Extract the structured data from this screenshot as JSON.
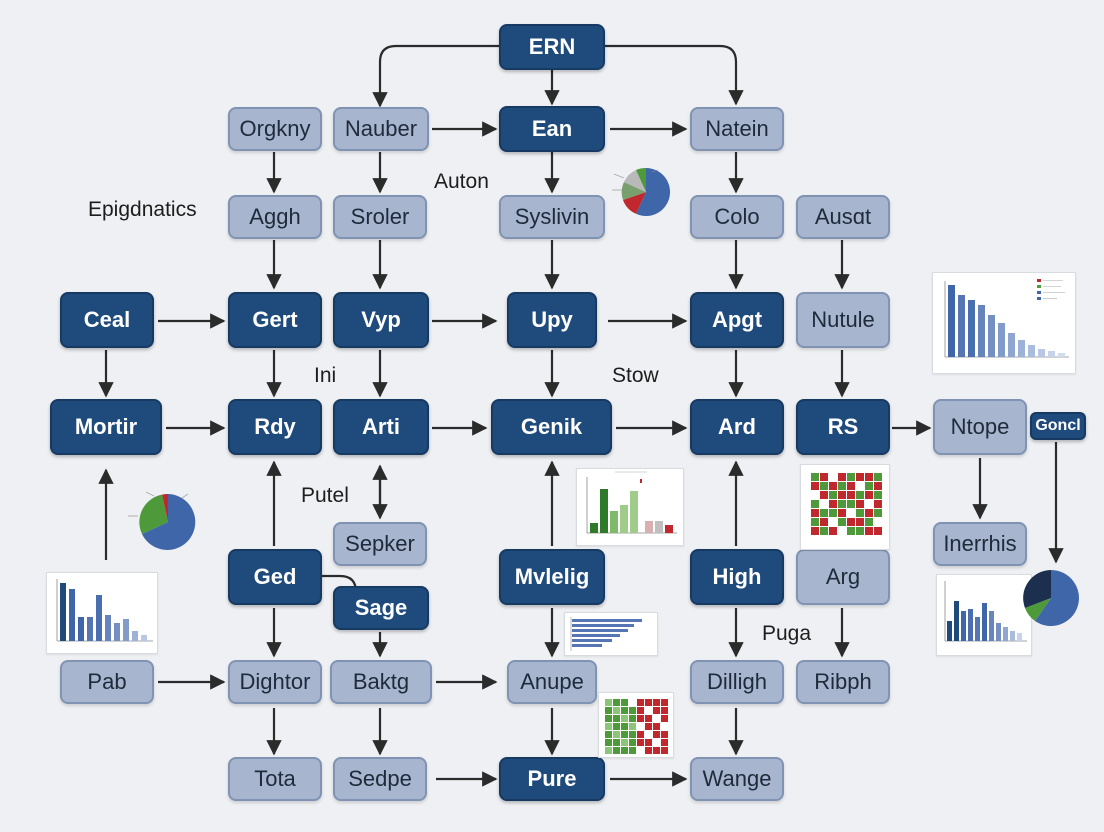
{
  "nodes": {
    "ern": "ERN",
    "orgkny": "Orgkny",
    "nauber": "Nauber",
    "ean": "Ean",
    "natein": "Natein",
    "aggh": "Aggh",
    "sroler": "Sroler",
    "syslivin": "Syslivin",
    "colo": "Colo",
    "ausot": "Ausɑt",
    "ceal": "Ceal",
    "gert": "Gert",
    "vyp": "Vyp",
    "upy": "Upy",
    "apgt": "Apgt",
    "nutule": "Nutule",
    "mortir": "Mortir",
    "rdy": "Rdy",
    "arti": "Arti",
    "genik": "Genik",
    "ard": "Ard",
    "rs": "RS",
    "ntope": "Ntope",
    "goncl": "Goncl",
    "sepker": "Sepker",
    "inerrhis": "Inerrhis",
    "ged": "Ged",
    "sage": "Sage",
    "mvlelig": "Mvlelig",
    "high": "High",
    "arg": "Arg",
    "pab": "Pab",
    "dightor": "Dightor",
    "baktg": "Baktg",
    "anupe": "Anupe",
    "dilligh": "Dilligh",
    "ribph": "Ribph",
    "tota": "Tota",
    "sedpe": "Sedpe",
    "pure": "Pure",
    "wange": "Wange"
  },
  "labels": {
    "epigdnatics": "Epigdnatics",
    "auton": "Auton",
    "ini": "Ini",
    "stow": "Stow",
    "putel": "Putel",
    "puga": "Puga"
  },
  "colors": {
    "dark_node": "#1f4a7c",
    "light_node": "#a7b5cf",
    "arrow": "#2b2b2b",
    "chart_blue": "#3f66a8",
    "chart_green": "#4e9a3a",
    "chart_red": "#c0282d"
  }
}
